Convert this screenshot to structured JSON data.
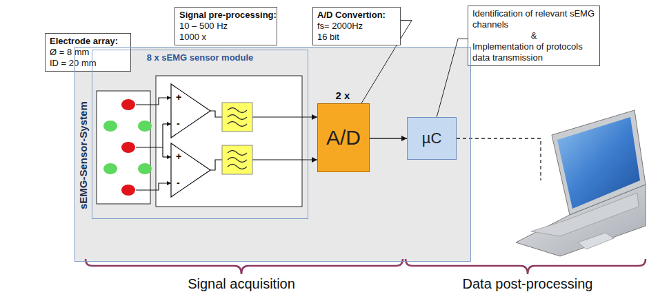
{
  "diagram": {
    "nodes": [
      {
        "text": [
          "Electrode array:",
          "Ø = 8 mm",
          "ID = 20 mm"
        ]
      },
      {
        "text": [
          "Signal pre-processing:",
          "10 – 500 Hz",
          "1000 x"
        ]
      },
      {
        "text": [
          "A/D Convertion:",
          "fs= 2000Hz",
          "16 bit"
        ]
      },
      {
        "text": [
          "Identification of relevant sEMG channels",
          "&",
          "Implementation of protocols data transmission"
        ]
      },
      {
        "text": [
          "sEMG-Sensor-System"
        ]
      },
      {
        "text": [
          "8 x sEMG sensor module"
        ],
        "in": 4
      },
      {
        "text": [
          "A/D"
        ],
        "in": 4
      },
      {
        "text": [
          "µC"
        ],
        "in": 4
      }
    ],
    "edges": [
      {
        "from": 6,
        "to": 7,
        "arrow": "to"
      },
      {
        "from": 2,
        "to": 6,
        "arrow": "none"
      },
      {
        "from": 3,
        "to": 7,
        "arrow": "none"
      }
    ],
    "labels": [
      "2 x",
      "+",
      "-",
      "+",
      "-",
      "Signal acquisition",
      "Data post-processing"
    ]
  }
}
